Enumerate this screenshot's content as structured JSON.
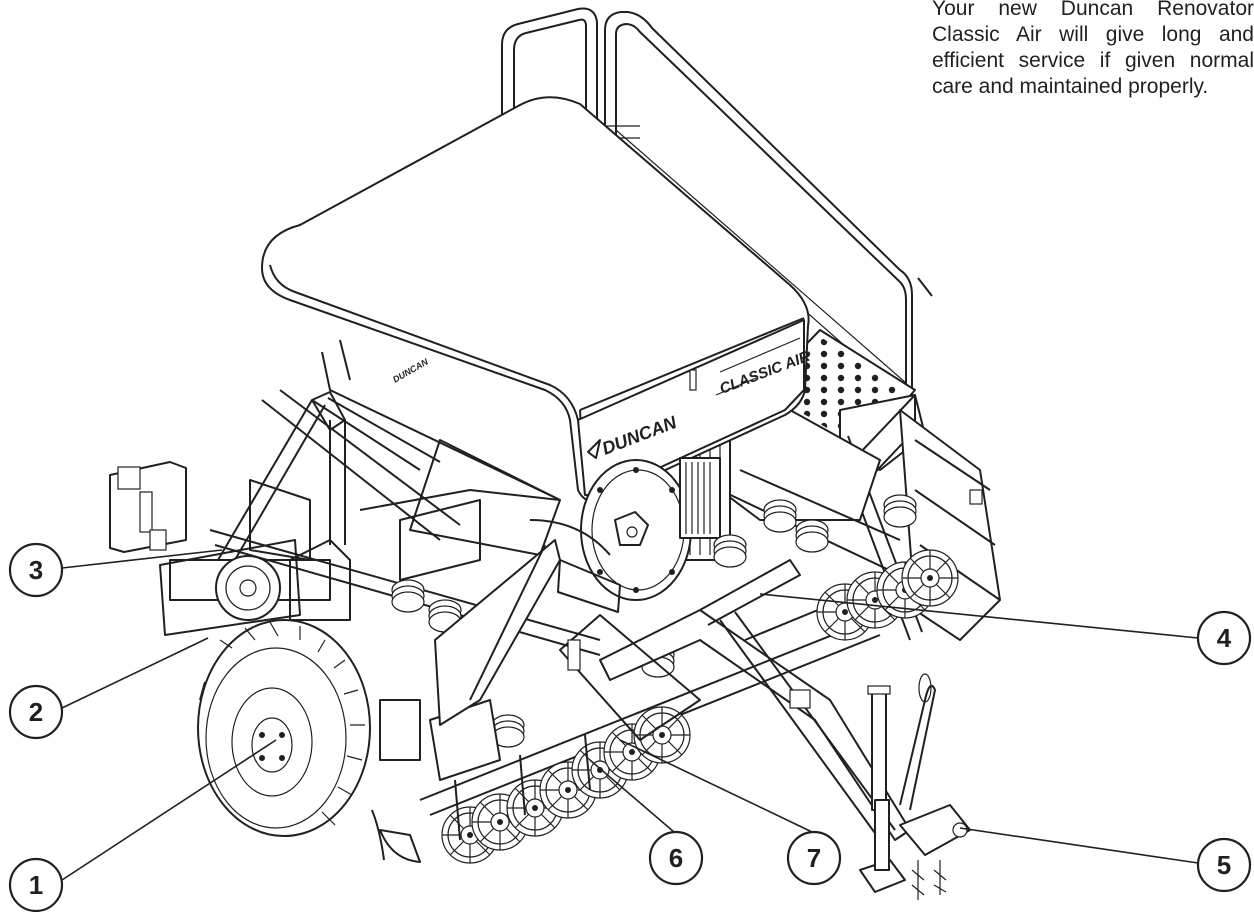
{
  "intro_text": "Your new Duncan Renovator Classic Air will give long and efficient service if given normal care and maintained properly.",
  "machine": {
    "brand_logo_text": "DUNCAN",
    "model_logo_text": "CLASSIC AIR",
    "rear_brand_text": "DUNCAN"
  },
  "callouts": [
    {
      "label": "1"
    },
    {
      "label": "2"
    },
    {
      "label": "3"
    },
    {
      "label": "4"
    },
    {
      "label": "5"
    },
    {
      "label": "6"
    },
    {
      "label": "7"
    }
  ],
  "colors": {
    "ink": "#231f20",
    "paper": "#ffffff"
  }
}
